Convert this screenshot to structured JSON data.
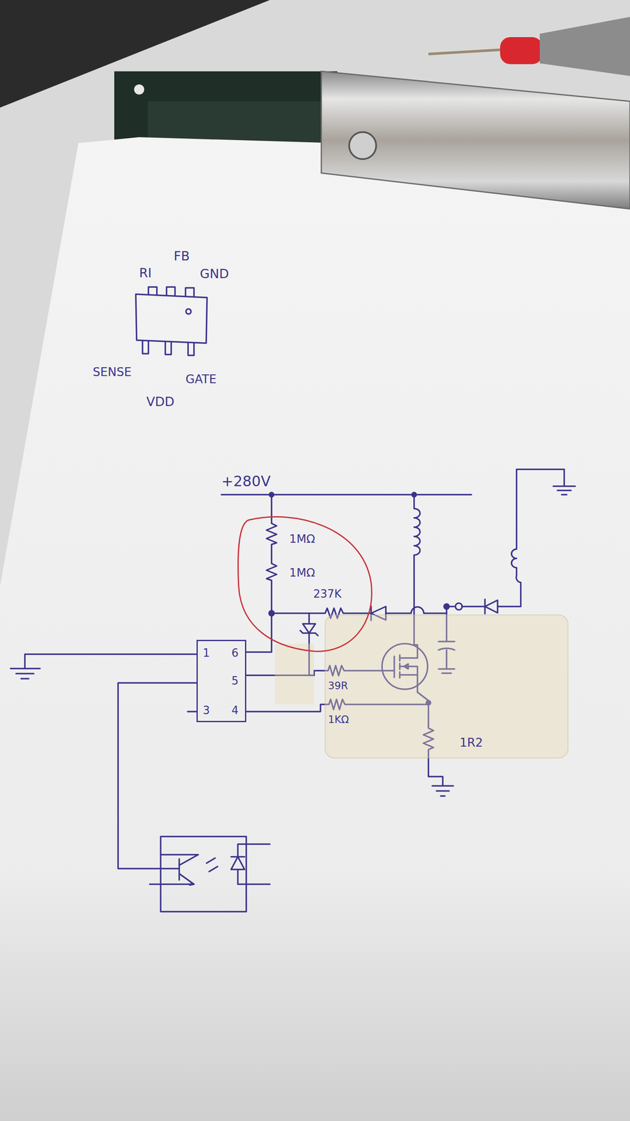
{
  "diagram": {
    "nodes": [
      {
        "text": [
          "1",
          "6",
          "5",
          "3",
          "4"
        ]
      }
    ],
    "labels": [
      "FB",
      "RI",
      "GND",
      "SENSE",
      "GATE",
      "VDD",
      "+280V",
      "1MΩ",
      "1MΩ",
      "237K",
      "39R",
      "1KΩ",
      "1R2"
    ]
  }
}
